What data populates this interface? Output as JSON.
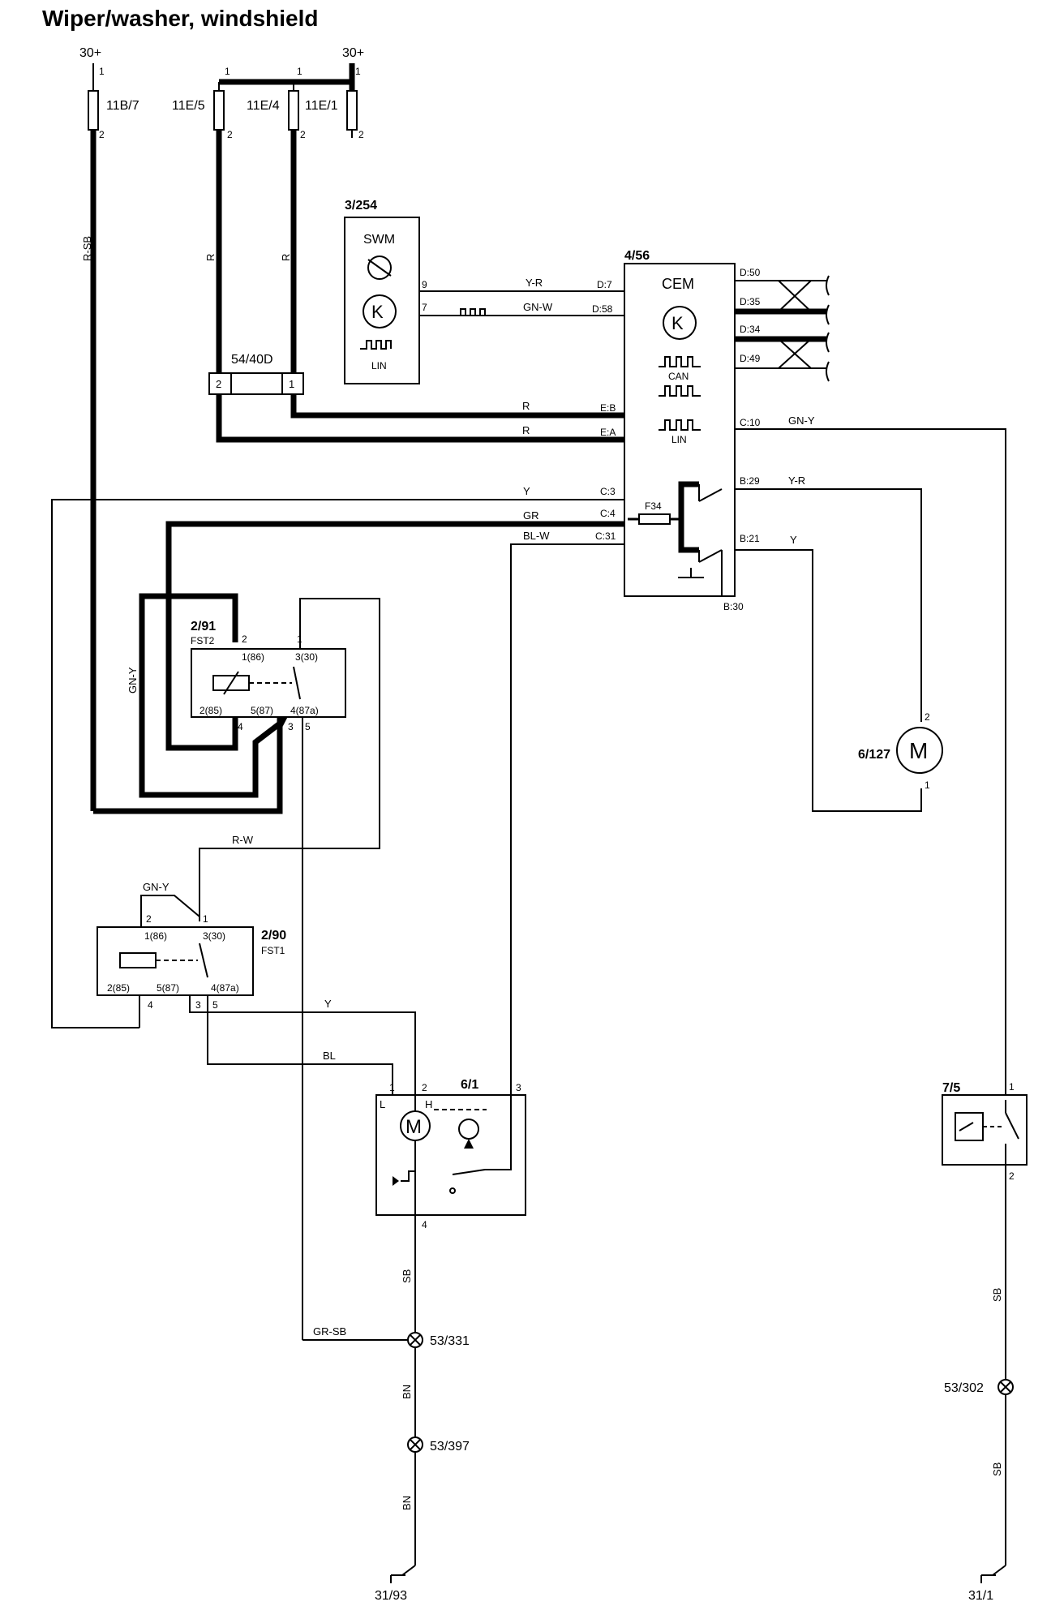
{
  "title": "Wiper/washer, windshield",
  "supplies": {
    "left": "30+",
    "right": "30+"
  },
  "fuses": [
    {
      "id": "11B/7",
      "pin1": "1",
      "pin2": "2"
    },
    {
      "id": "11E/5",
      "pin1": "1",
      "pin2": "2"
    },
    {
      "id": "11E/4",
      "pin1": "1",
      "pin2": "2"
    },
    {
      "id": "11E/1",
      "pin1": "1",
      "pin2": "2"
    }
  ],
  "wire_colors": {
    "r_sb": "R-SB",
    "r1": "R",
    "r2": "R",
    "gn_y": "GN-Y",
    "y_r": "Y-R",
    "gn_w": "GN-W",
    "cem_r1": "R",
    "cem_r2": "R",
    "cem_gn_y": "GN-Y",
    "y": "Y",
    "gr": "GR",
    "bl_w": "BL-W",
    "b29": "Y-R",
    "b21": "Y",
    "r_w": "R-W",
    "gn_y2": "GN-Y",
    "fst1_y": "Y",
    "bl": "BL",
    "gr_sb": "GR-SB",
    "sb1": "SB",
    "bn1": "BN",
    "bn2": "BN",
    "sb_right1": "SB",
    "sb_right2": "SB"
  },
  "swm": {
    "id": "3/254",
    "label": "SWM",
    "lin": "LIN",
    "pin9": "9",
    "pin7": "7"
  },
  "connector": {
    "id": "54/40D",
    "pin2": "2",
    "pin1": "1"
  },
  "cem": {
    "id": "4/56",
    "label": "CEM",
    "can": "CAN",
    "lin": "LIN",
    "fuse": "F34",
    "pins_left": {
      "d7": "D:7",
      "d58": "D:58",
      "eb": "E:B",
      "ea": "E:A",
      "c3": "C:3",
      "c4": "C:4",
      "c31": "C:31"
    },
    "pins_right": {
      "d50": "D:50",
      "d35": "D:35",
      "d34": "D:34",
      "d49": "D:49",
      "c10": "C:10",
      "b29": "B:29",
      "b21": "B:21"
    },
    "b30": "B:30"
  },
  "relay_fst2": {
    "id": "2/91",
    "name": "FST2",
    "pins": {
      "p2": "2",
      "p1": "1",
      "p86": "1(86)",
      "p30": "3(30)",
      "p85": "2(85)",
      "p87": "5(87)",
      "p87a": "4(87a)",
      "p4": "4",
      "p3": "3",
      "p5": "5"
    }
  },
  "relay_fst1": {
    "id": "2/90",
    "name": "FST1",
    "pins": {
      "p2": "2",
      "p1": "1",
      "p86": "1(86)",
      "p30": "3(30)",
      "p85": "2(85)",
      "p87": "5(87)",
      "p87a": "4(87a)",
      "p4": "4",
      "p3": "3",
      "p5": "5"
    }
  },
  "washer_pump": {
    "id": "6/127",
    "m": "M",
    "pin2": "2",
    "pin1": "1"
  },
  "wiper_motor": {
    "id": "6/1",
    "m": "M",
    "l": "L",
    "h": "H",
    "pin1": "1",
    "pin2": "2",
    "pin3": "3",
    "pin4": "4"
  },
  "sensor": {
    "id": "7/5",
    "pin1": "1",
    "pin2": "2"
  },
  "splices": {
    "s331": "53/331",
    "s397": "53/397",
    "s302": "53/302"
  },
  "grounds": {
    "g1": "31/93",
    "g2": "31/1"
  }
}
